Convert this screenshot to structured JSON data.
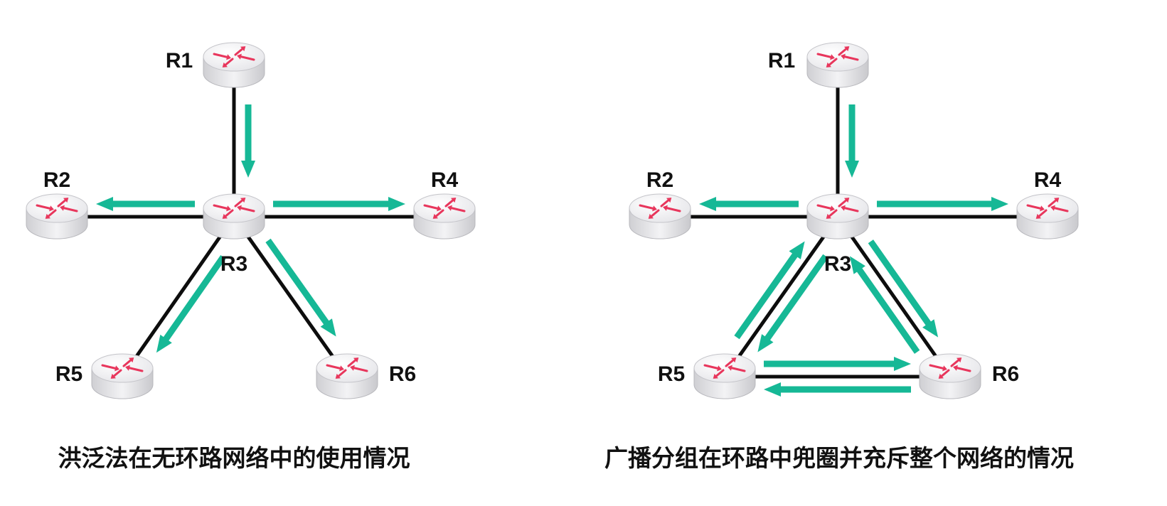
{
  "left_diagram": {
    "caption": "洪泛法在无环路网络中的使用情况",
    "routers": [
      {
        "id": "R1",
        "label": "R1"
      },
      {
        "id": "R2",
        "label": "R2"
      },
      {
        "id": "R3",
        "label": "R3"
      },
      {
        "id": "R4",
        "label": "R4"
      },
      {
        "id": "R5",
        "label": "R5"
      },
      {
        "id": "R6",
        "label": "R6"
      }
    ],
    "links": [
      [
        "R1",
        "R3"
      ],
      [
        "R2",
        "R3"
      ],
      [
        "R3",
        "R4"
      ],
      [
        "R3",
        "R5"
      ],
      [
        "R3",
        "R6"
      ]
    ],
    "flows": [
      [
        "R1",
        "R3"
      ],
      [
        "R3",
        "R2"
      ],
      [
        "R3",
        "R4"
      ],
      [
        "R3",
        "R5"
      ],
      [
        "R3",
        "R6"
      ]
    ]
  },
  "right_diagram": {
    "caption": "广播分组在环路中兜圈并充斥整个网络的情况",
    "routers": [
      {
        "id": "R1",
        "label": "R1"
      },
      {
        "id": "R2",
        "label": "R2"
      },
      {
        "id": "R3",
        "label": "R3"
      },
      {
        "id": "R4",
        "label": "R4"
      },
      {
        "id": "R5",
        "label": "R5"
      },
      {
        "id": "R6",
        "label": "R6"
      }
    ],
    "links": [
      [
        "R1",
        "R3"
      ],
      [
        "R2",
        "R3"
      ],
      [
        "R3",
        "R4"
      ],
      [
        "R3",
        "R5"
      ],
      [
        "R3",
        "R6"
      ],
      [
        "R5",
        "R6"
      ]
    ],
    "flows": [
      [
        "R1",
        "R3"
      ],
      [
        "R3",
        "R2"
      ],
      [
        "R3",
        "R4"
      ],
      [
        "R3",
        "R5"
      ],
      [
        "R5",
        "R3"
      ],
      [
        "R3",
        "R6"
      ],
      [
        "R6",
        "R3"
      ],
      [
        "R5",
        "R6"
      ],
      [
        "R6",
        "R5"
      ]
    ]
  },
  "colors": {
    "link": "#0d0d0d",
    "arrow": "#16b896",
    "router_arrow": "#e8365c",
    "router_body": "#e9e9ec"
  }
}
